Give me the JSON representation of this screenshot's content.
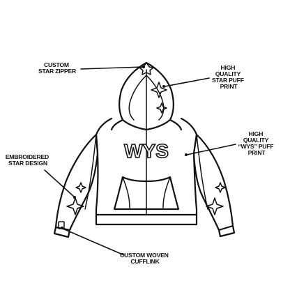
{
  "callouts": {
    "zipper": {
      "lines": [
        "CUSTOM",
        "STAR ZIPPER"
      ]
    },
    "hood_print": {
      "lines": [
        "HIGH",
        "QUALITY",
        "STAR PUFF",
        "PRINT"
      ]
    },
    "chest_print": {
      "lines": [
        "HIGH",
        "QUALITY",
        "“WYS” PUFF",
        "PRINT"
      ]
    },
    "sleeve_star": {
      "lines": [
        "EMBROIDERED",
        "STAR DESIGN"
      ]
    },
    "cufflink": {
      "lines": [
        "CUSTOM WOVEN",
        "CUFFLINK"
      ]
    }
  },
  "garment": {
    "chest_print_text": "WYS",
    "ink_color": "#111111",
    "background_color": "#ffffff"
  },
  "icons": [
    "star-zipper-pull-icon",
    "sparkle-star-icon",
    "woven-cufflink-label-icon"
  ]
}
